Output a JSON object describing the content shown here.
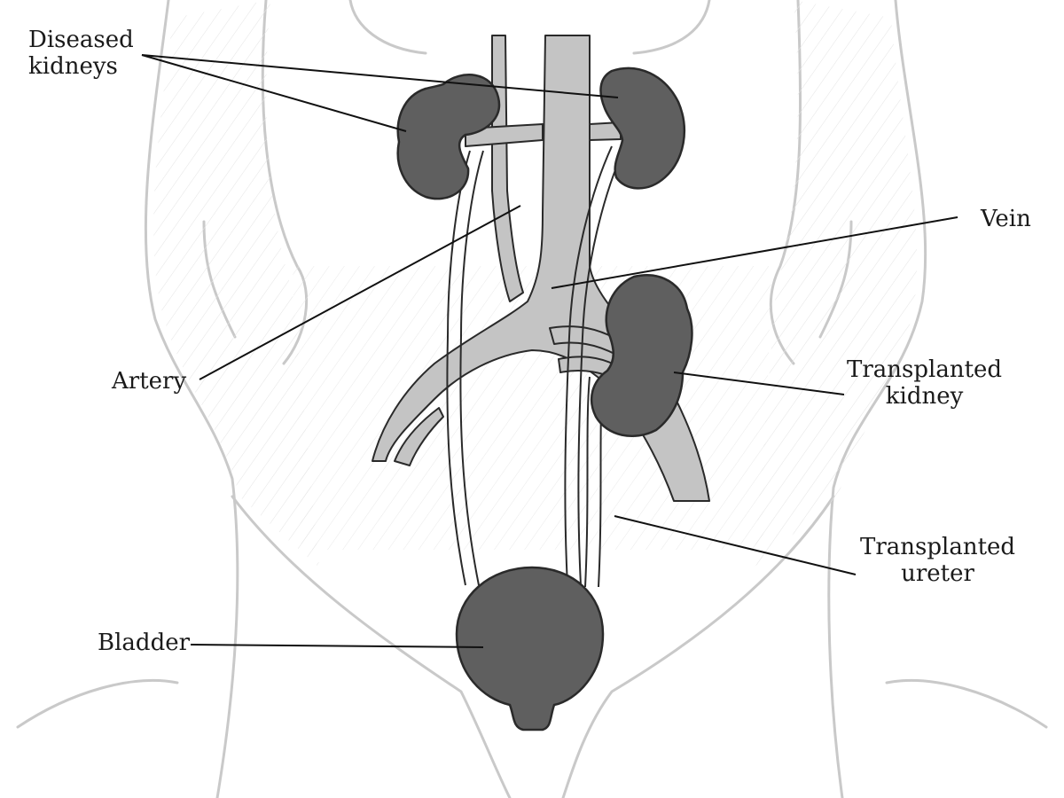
{
  "labels": {
    "diseased_kidneys": [
      "Diseased",
      "kidneys"
    ],
    "vein": "Vein",
    "artery": "Artery",
    "transplanted_kidney": [
      "Transplanted",
      "kidney"
    ],
    "transplanted_ureter": [
      "Transplanted",
      "ureter"
    ],
    "bladder": "Bladder"
  },
  "colors": {
    "organ": "#5f5f5f",
    "organ_outline": "#2a2a2a",
    "vessel": "#c4c4c4",
    "body_outline": "#c9c9c9",
    "leader_line": "#111111"
  }
}
